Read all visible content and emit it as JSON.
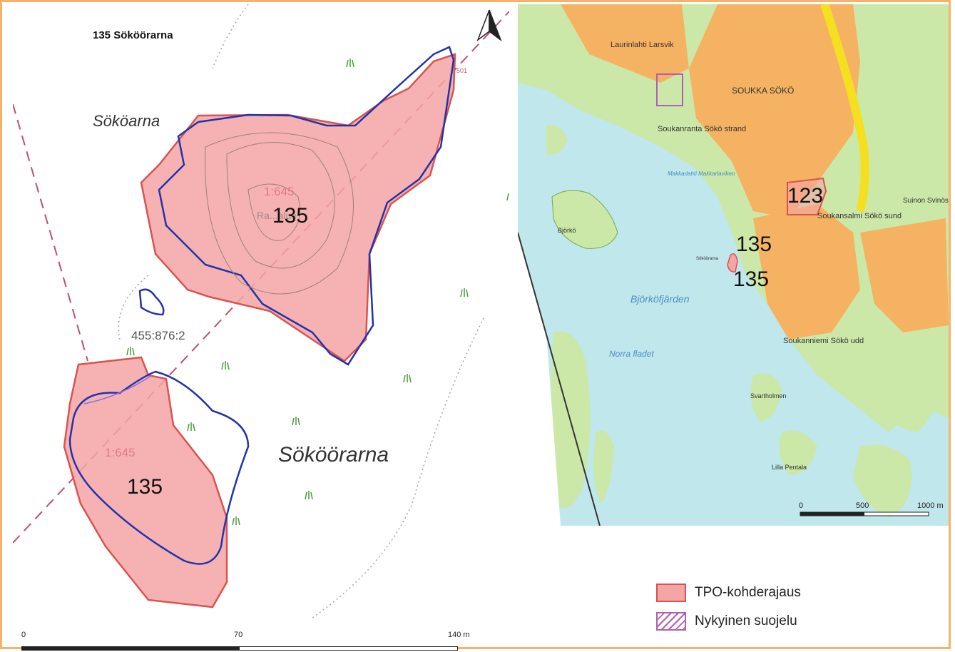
{
  "left_map": {
    "title": "135 Sököörarna",
    "island_label_upper": "Sököarna",
    "island_label_lower": "Sököörarna",
    "site_id_upper": "135",
    "site_id_lower": "135",
    "scale_text_upper": "1:645",
    "scale_text_lower": "1:645",
    "parcel_id": "455:876:2",
    "height_label": "501",
    "hidden_label": "Ra...alue",
    "scalebar": {
      "labels": [
        "0",
        "70",
        "140 m"
      ]
    }
  },
  "right_map": {
    "place_labels": [
      "Laurinlahti Larsvik",
      "SOUKKA SÖKÖ",
      "Soukanranta Sökö strand",
      "Soukansalmi Sökö sund",
      "Soukanniemi Sökö udd",
      "Björkö",
      "Björköfjärden",
      "Norra fladet",
      "Svartholmen",
      "Lilla Pentala",
      "Sököörarna",
      "Suinon Svinös",
      "Makkarlahti Makkarlaviken"
    ],
    "site_labels": [
      "123",
      "135",
      "135"
    ],
    "scalebar": {
      "labels": [
        "0",
        "500",
        "1000 m"
      ]
    }
  },
  "legend": {
    "items": [
      {
        "label": "TPO-kohderajaus",
        "color": "#f4a5a5"
      },
      {
        "label": "Nykyinen suojelu",
        "color": "#b25fb3"
      }
    ]
  },
  "colors": {
    "frame": "#f6b26b",
    "water": "#bfe7ec",
    "land_green": "#cbe8a8",
    "urban_orange": "#f5b262",
    "site_fill": "#f4a5a5",
    "site_stroke": "#d9534f",
    "shoreline": "#2233aa",
    "protection": "#b25fb3"
  },
  "icons": [
    "north-arrow-icon",
    "grass-icon"
  ]
}
